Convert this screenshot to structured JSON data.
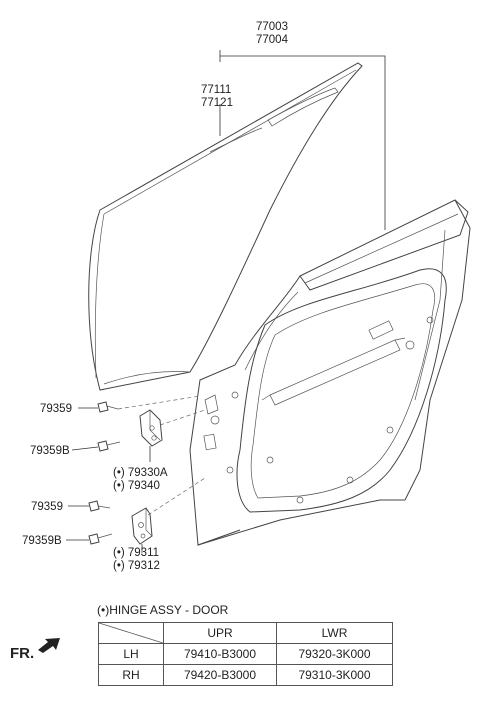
{
  "callouts": {
    "door_assy": [
      "77003",
      "77004"
    ],
    "outer_panel": [
      "77111",
      "77121"
    ],
    "bolt_upper_1": "79359",
    "bolt_upper_2": "79359B",
    "hinge_upper": [
      "(•) 79330A",
      "(•) 79340"
    ],
    "bolt_lower_1": "79359",
    "bolt_lower_2": "79359B",
    "hinge_lower": [
      "(•) 79311",
      "(•) 79312"
    ]
  },
  "note": "(•)HINGE ASSY - DOOR",
  "table": {
    "headers": [
      "",
      "UPR",
      "LWR"
    ],
    "rows": [
      [
        "LH",
        "79410-B3000",
        "79320-3K000"
      ],
      [
        "RH",
        "79420-B3000",
        "79310-3K000"
      ]
    ]
  },
  "direction_label": "FR."
}
